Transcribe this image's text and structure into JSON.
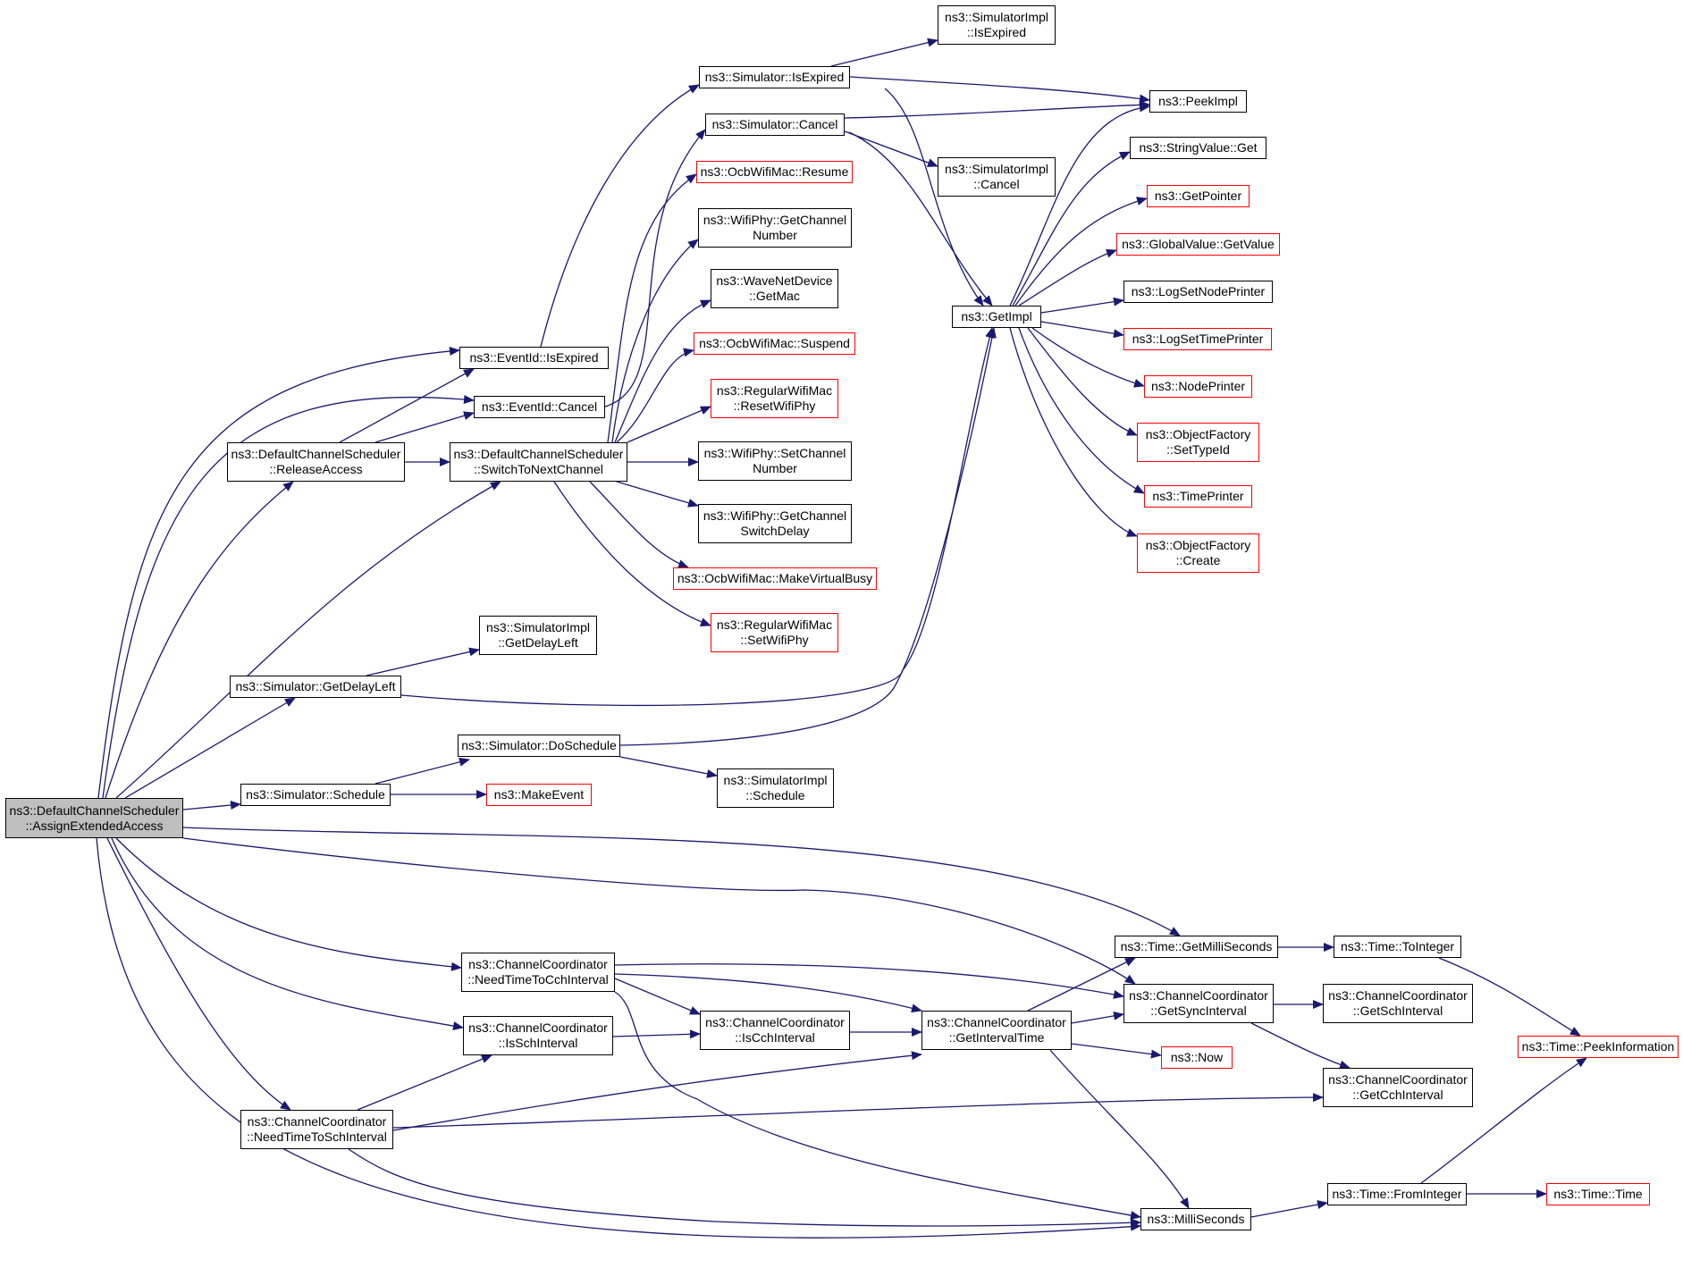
{
  "diagram": {
    "edge_color": "#191970",
    "colors": {
      "node_border": "#000000",
      "external_node_border": "#ff0000",
      "current_node_fill": "#bfbfbf"
    },
    "nodes": {
      "root": {
        "lines": [
          "ns3::DefaultChannelScheduler",
          "::AssignExtendedAccess"
        ]
      },
      "si_isexpired": {
        "lines": [
          "ns3::SimulatorImpl",
          "::IsExpired"
        ]
      },
      "sim_isexpired": {
        "lines": [
          "ns3::Simulator::IsExpired"
        ]
      },
      "sim_cancel": {
        "lines": [
          "ns3::Simulator::Cancel"
        ]
      },
      "ocb_resume": {
        "lines": [
          "ns3::OcbWifiMac::Resume"
        ]
      },
      "phy_getchnum": {
        "lines": [
          "ns3::WifiPhy::GetChannel",
          "Number"
        ]
      },
      "wave_getmac": {
        "lines": [
          "ns3::WaveNetDevice",
          "::GetMac"
        ]
      },
      "ocb_suspend": {
        "lines": [
          "ns3::OcbWifiMac::Suspend"
        ]
      },
      "rwm_reset": {
        "lines": [
          "ns3::RegularWifiMac",
          "::ResetWifiPhy"
        ]
      },
      "phy_setchnum": {
        "lines": [
          "ns3::WifiPhy::SetChannel",
          "Number"
        ]
      },
      "phy_getswitch": {
        "lines": [
          "ns3::WifiPhy::GetChannel",
          "SwitchDelay"
        ]
      },
      "ocb_busy": {
        "lines": [
          "ns3::OcbWifiMac::MakeVirtualBusy"
        ]
      },
      "rwm_setphy": {
        "lines": [
          "ns3::RegularWifiMac",
          "::SetWifiPhy"
        ]
      },
      "si_cancel": {
        "lines": [
          "ns3::SimulatorImpl",
          "::Cancel"
        ]
      },
      "peekimpl": {
        "lines": [
          "ns3::PeekImpl"
        ]
      },
      "sv_get": {
        "lines": [
          "ns3::StringValue::Get"
        ]
      },
      "getpointer": {
        "lines": [
          "ns3::GetPointer"
        ]
      },
      "gv_getvalue": {
        "lines": [
          "ns3::GlobalValue::GetValue"
        ]
      },
      "log_node": {
        "lines": [
          "ns3::LogSetNodePrinter"
        ]
      },
      "log_time": {
        "lines": [
          "ns3::LogSetTimePrinter"
        ]
      },
      "nodeprinter": {
        "lines": [
          "ns3::NodePrinter"
        ]
      },
      "of_settypeid": {
        "lines": [
          "ns3::ObjectFactory",
          "::SetTypeId"
        ]
      },
      "timeprinter": {
        "lines": [
          "ns3::TimePrinter"
        ]
      },
      "of_create": {
        "lines": [
          "ns3::ObjectFactory",
          "::Create"
        ]
      },
      "getimpl": {
        "lines": [
          "ns3::GetImpl"
        ]
      },
      "ev_isexpired": {
        "lines": [
          "ns3::EventId::IsExpired"
        ]
      },
      "ev_cancel": {
        "lines": [
          "ns3::EventId::Cancel"
        ]
      },
      "dcs_release": {
        "lines": [
          "ns3::DefaultChannelScheduler",
          "::ReleaseAccess"
        ]
      },
      "dcs_switch": {
        "lines": [
          "ns3::DefaultChannelScheduler",
          "::SwitchToNextChannel"
        ]
      },
      "si_getdelay": {
        "lines": [
          "ns3::SimulatorImpl",
          "::GetDelayLeft"
        ]
      },
      "sim_getdelay": {
        "lines": [
          "ns3::Simulator::GetDelayLeft"
        ]
      },
      "sim_doschedule": {
        "lines": [
          "ns3::Simulator::DoSchedule"
        ]
      },
      "si_schedule": {
        "lines": [
          "ns3::SimulatorImpl",
          "::Schedule"
        ]
      },
      "sim_schedule": {
        "lines": [
          "ns3::Simulator::Schedule"
        ]
      },
      "makeevent": {
        "lines": [
          "ns3::MakeEvent"
        ]
      },
      "cc_needcch": {
        "lines": [
          "ns3::ChannelCoordinator",
          "::NeedTimeToCchInterval"
        ]
      },
      "cc_issch": {
        "lines": [
          "ns3::ChannelCoordinator",
          "::IsSchInterval"
        ]
      },
      "cc_iscch": {
        "lines": [
          "ns3::ChannelCoordinator",
          "::IsCchInterval"
        ]
      },
      "cc_needsch": {
        "lines": [
          "ns3::ChannelCoordinator",
          "::NeedTimeToSchInterval"
        ]
      },
      "cc_getinterval": {
        "lines": [
          "ns3::ChannelCoordinator",
          "::GetIntervalTime"
        ]
      },
      "time_getms": {
        "lines": [
          "ns3::Time::GetMilliSeconds"
        ]
      },
      "cc_getsync": {
        "lines": [
          "ns3::ChannelCoordinator",
          "::GetSyncInterval"
        ]
      },
      "now": {
        "lines": [
          "ns3::Now"
        ]
      },
      "time_toint": {
        "lines": [
          "ns3::Time::ToInteger"
        ]
      },
      "cc_getsch": {
        "lines": [
          "ns3::ChannelCoordinator",
          "::GetSchInterval"
        ]
      },
      "cc_getcch": {
        "lines": [
          "ns3::ChannelCoordinator",
          "::GetCchInterval"
        ]
      },
      "time_peek": {
        "lines": [
          "ns3::Time::PeekInformation"
        ]
      },
      "milliseconds": {
        "lines": [
          "ns3::MilliSeconds"
        ]
      },
      "time_fromint": {
        "lines": [
          "ns3::Time::FromInteger"
        ]
      },
      "time_time": {
        "lines": [
          "ns3::Time::Time"
        ]
      }
    }
  }
}
